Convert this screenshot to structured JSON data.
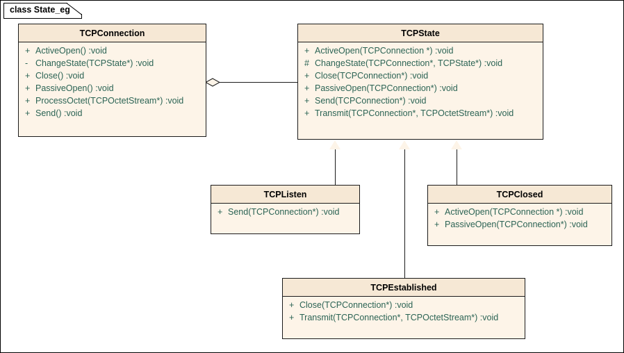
{
  "diagram": {
    "frame_label": "class State_eg",
    "type": "uml-class-diagram",
    "background_color": "#ffffff",
    "class_fill_color": "#fdf4e8",
    "class_title_fill_color": "#f6e8d5",
    "border_color": "#1a1a1a",
    "member_text_color": "#2b6354",
    "title_text_color": "#000000"
  },
  "classes": [
    {
      "id": "tcpconnection",
      "name": "TCPConnection",
      "members": [
        {
          "visibility": "+",
          "signature": "ActiveOpen()  :void"
        },
        {
          "visibility": "-",
          "signature": "ChangeState(TCPState*)  :void"
        },
        {
          "visibility": "+",
          "signature": "Close()  :void"
        },
        {
          "visibility": "+",
          "signature": "PassiveOpen()  :void"
        },
        {
          "visibility": "+",
          "signature": "ProcessOctet(TCPOctetStream*)  :void"
        },
        {
          "visibility": "+",
          "signature": "Send()  :void"
        }
      ]
    },
    {
      "id": "tcpstate",
      "name": "TCPState",
      "members": [
        {
          "visibility": "+",
          "signature": "ActiveOpen(TCPConnection *)  :void"
        },
        {
          "visibility": "#",
          "signature": "ChangeState(TCPConnection*, TCPState*)  :void"
        },
        {
          "visibility": "+",
          "signature": "Close(TCPConnection*)  :void"
        },
        {
          "visibility": "+",
          "signature": "PassiveOpen(TCPConnection*)  :void"
        },
        {
          "visibility": "+",
          "signature": "Send(TCPConnection*)  :void"
        },
        {
          "visibility": "+",
          "signature": "Transmit(TCPConnection*, TCPOctetStream*)  :void"
        }
      ]
    },
    {
      "id": "tcplisten",
      "name": "TCPListen",
      "members": [
        {
          "visibility": "+",
          "signature": "Send(TCPConnection*)  :void"
        }
      ]
    },
    {
      "id": "tcpclosed",
      "name": "TCPClosed",
      "members": [
        {
          "visibility": "+",
          "signature": "ActiveOpen(TCPConnection *)  :void"
        },
        {
          "visibility": "+",
          "signature": "PassiveOpen(TCPConnection*)  :void"
        }
      ]
    },
    {
      "id": "tcpestablished",
      "name": "TCPEstablished",
      "members": [
        {
          "visibility": "+",
          "signature": "Close(TCPConnection*)  :void"
        },
        {
          "visibility": "+",
          "signature": "Transmit(TCPConnection*, TCPOctetStream*)  :void"
        }
      ]
    }
  ],
  "relationships": [
    {
      "id": "rel-aggregation",
      "kind": "aggregation",
      "from": "TCPConnection",
      "to": "TCPState"
    },
    {
      "id": "rel-generalization-listen",
      "kind": "generalization",
      "from": "TCPListen",
      "to": "TCPState"
    },
    {
      "id": "rel-generalization-established",
      "kind": "generalization",
      "from": "TCPEstablished",
      "to": "TCPState"
    },
    {
      "id": "rel-generalization-closed",
      "kind": "generalization",
      "from": "TCPClosed",
      "to": "TCPState"
    }
  ]
}
